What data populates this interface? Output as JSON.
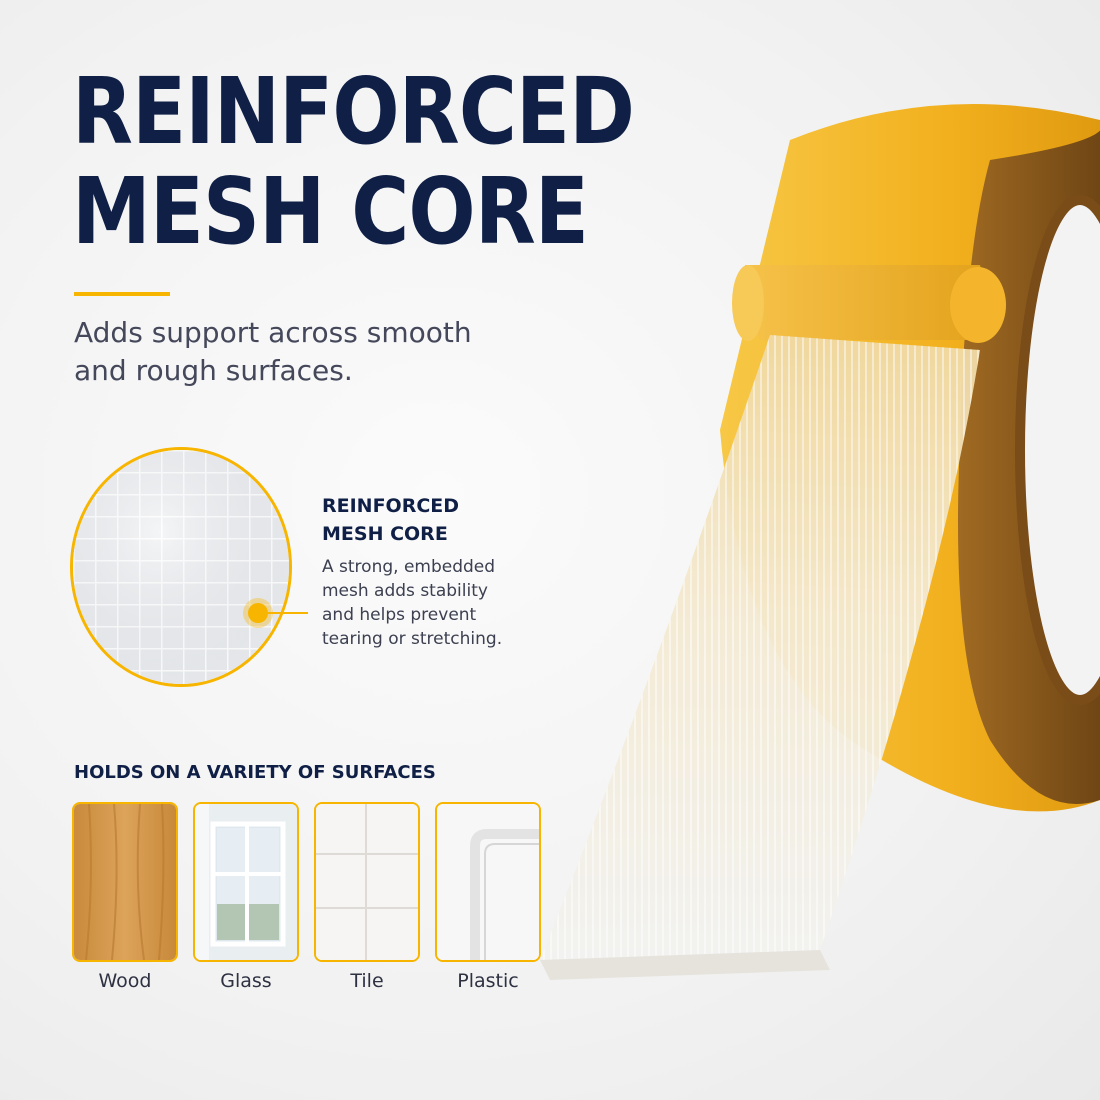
{
  "headline": {
    "line1": "REINFORCED",
    "line2": "MESH CORE"
  },
  "subtitle": {
    "line1": "Adds support across smooth",
    "line2": "and rough surfaces."
  },
  "callout": {
    "title_line1": "REINFORCED",
    "title_line2": "MESH CORE",
    "text_lines": [
      "A strong, embedded",
      "mesh adds stability",
      "and helps prevent",
      "tearing or stretching."
    ]
  },
  "surfaces": {
    "heading": "HOLDS ON A VARIETY OF SURFACES",
    "items": [
      {
        "label": "Wood",
        "icon": "wood-texture"
      },
      {
        "label": "Glass",
        "icon": "window-glass"
      },
      {
        "label": "Tile",
        "icon": "white-tiles"
      },
      {
        "label": "Plastic",
        "icon": "plastic-frame"
      }
    ]
  },
  "colors": {
    "accent": "#f7b500",
    "navy": "#0f1f45",
    "tape_yellow": "#f3b21c",
    "tape_brown": "#8a5a1c"
  }
}
